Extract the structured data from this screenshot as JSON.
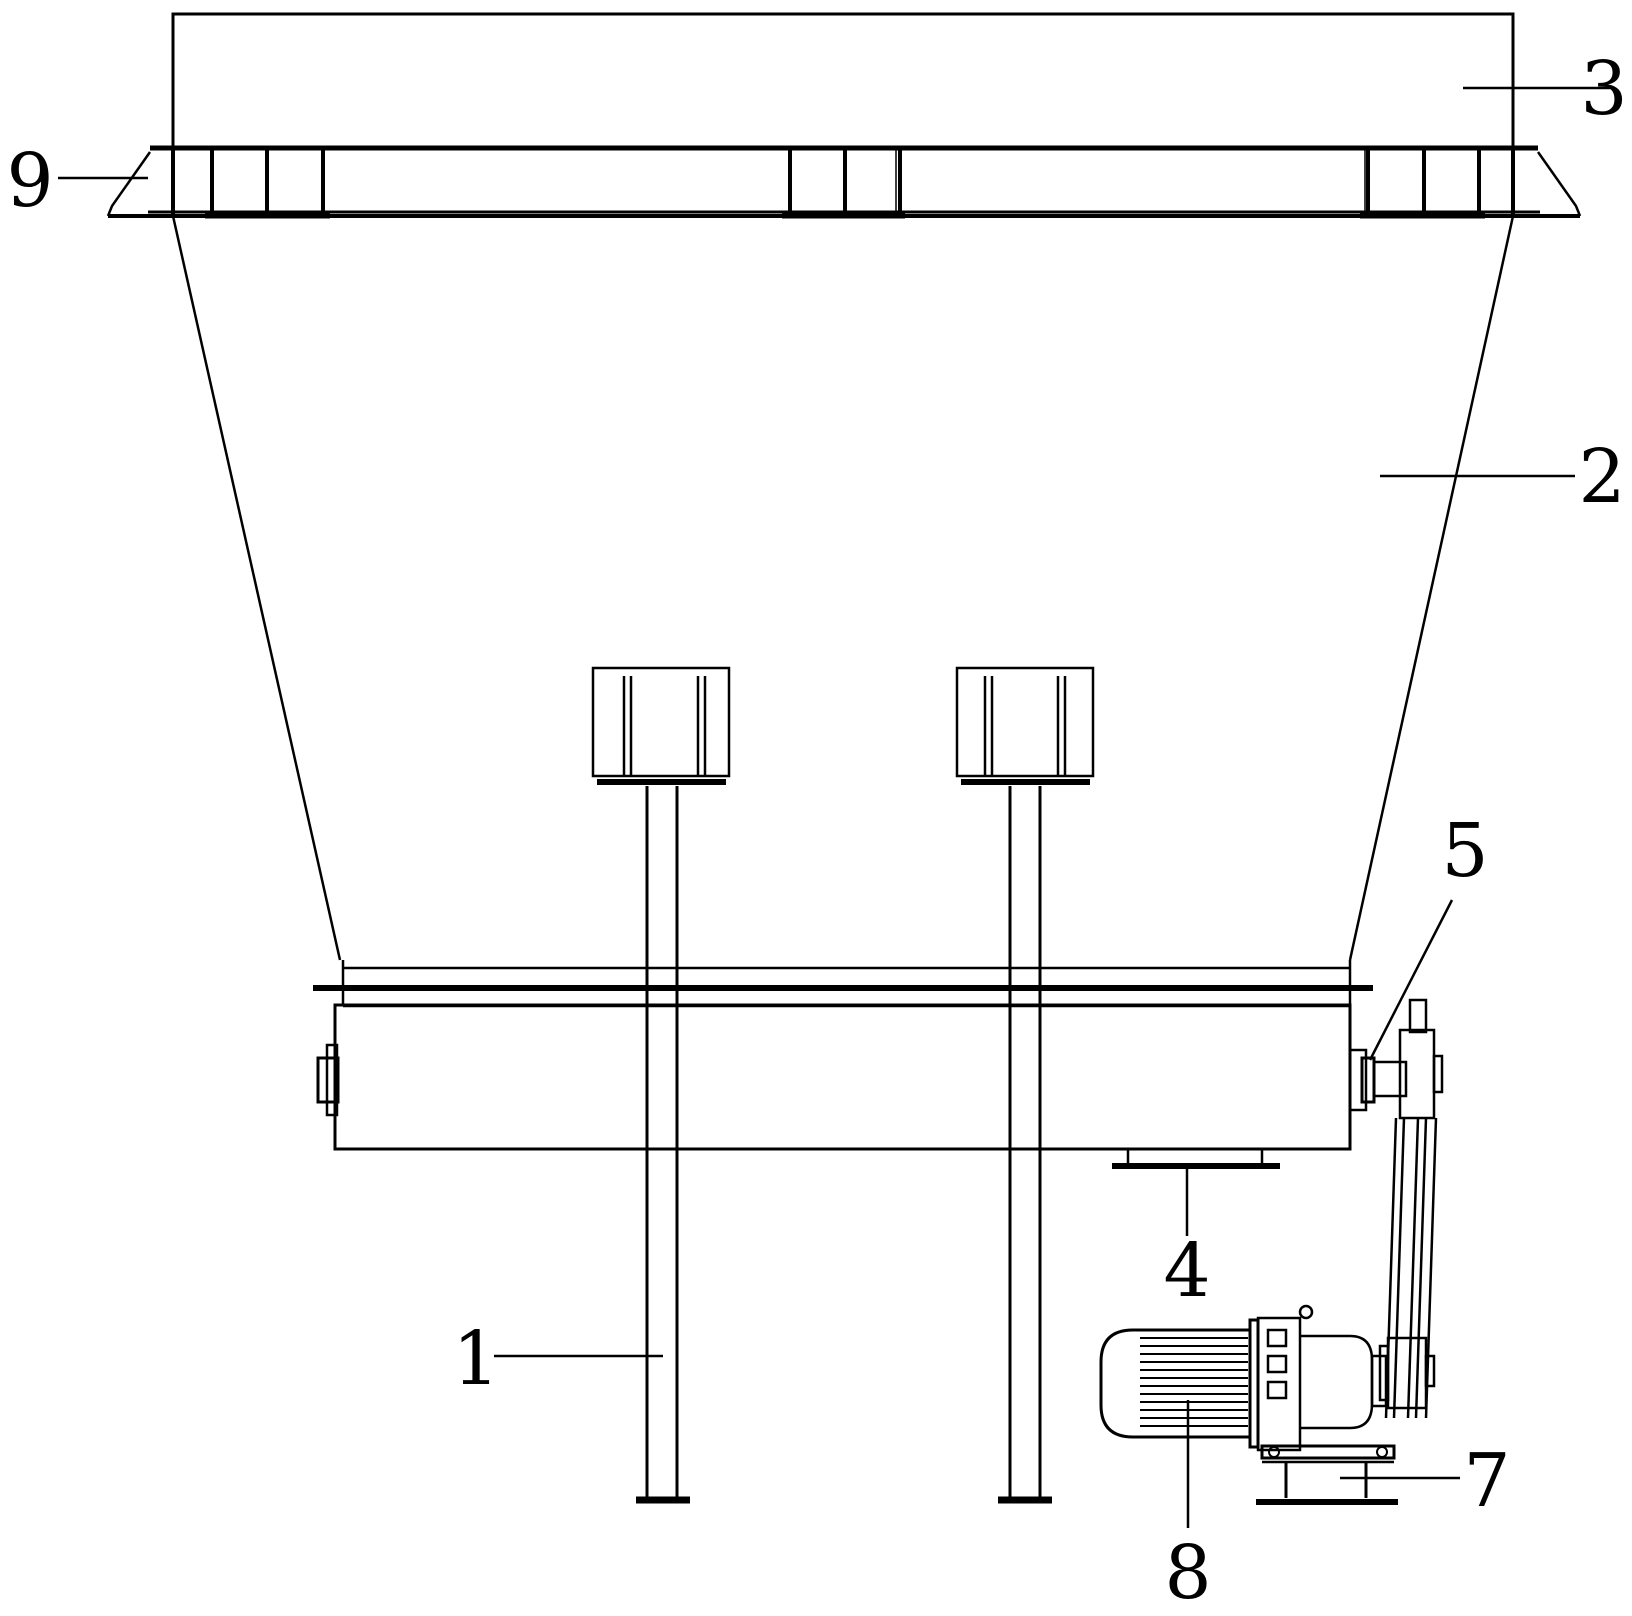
{
  "callouts": [
    {
      "number": "1",
      "part": "support-leg"
    },
    {
      "number": "2",
      "part": "hopper"
    },
    {
      "number": "3",
      "part": "top-frame"
    },
    {
      "number": "4",
      "part": "discharge-outlet"
    },
    {
      "number": "5",
      "part": "shaft-bearing"
    },
    {
      "number": "7",
      "part": "motor-base"
    },
    {
      "number": "8",
      "part": "motor"
    },
    {
      "number": "9",
      "part": "mounting-flange"
    }
  ],
  "colors": {
    "line": "#000000",
    "background": "#ffffff"
  }
}
